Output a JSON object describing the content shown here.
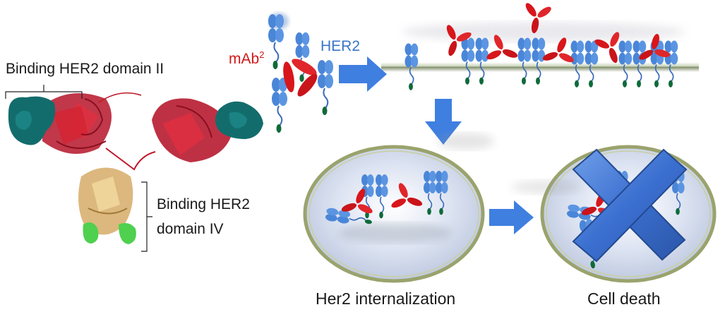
{
  "labels": {
    "domain2": "Binding HER2 domain II",
    "domain4_line1": "Binding HER2",
    "domain4_line2": "domain IV",
    "mab": "mAb",
    "mab_sup": "2",
    "her2": "HER2",
    "internalization": "Her2 internalization",
    "death": "Cell death"
  },
  "colors": {
    "antibody": "#d8161b",
    "receptor": "#4a86d8",
    "receptor_tail": "#0f6a3a",
    "fab_ribbon": "#c0182a",
    "epitope_surface": "#136c6c",
    "fc_ribbon": "#d8b070",
    "fc_epitope": "#4fd04f",
    "arrow": "#3f7fe0",
    "cell_fill": "#d7dff0",
    "cell_rim": "#9aa36c",
    "cross": "#3f73d6"
  }
}
